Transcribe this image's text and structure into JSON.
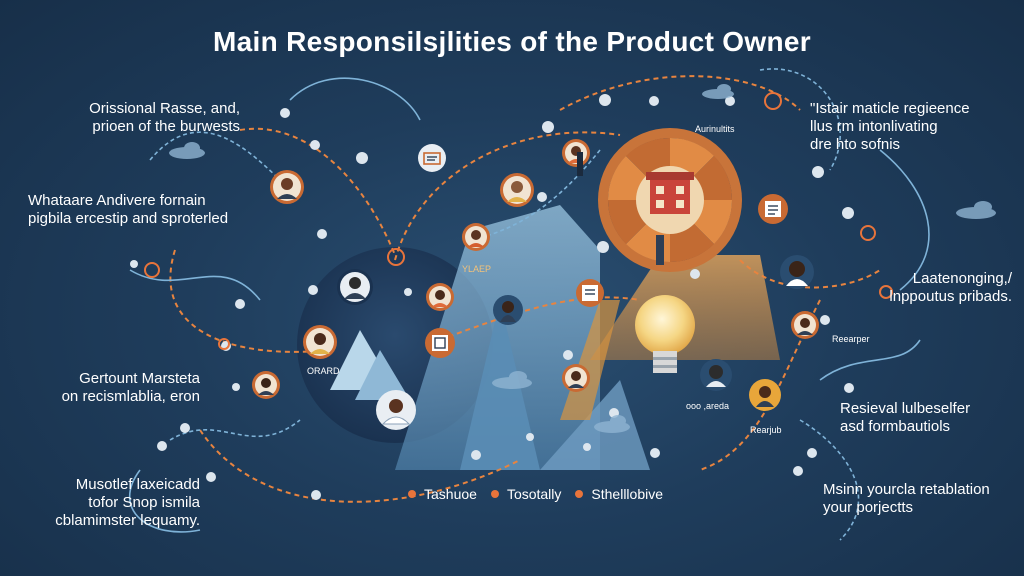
{
  "title": "Main Responsilsjlities of the Product Owner",
  "labels": {
    "top_left": [
      "Orissional Rasse, and,",
      "prioen of the burwests"
    ],
    "mid_left": [
      "Whataare Andivere fornain",
      "pigbila ercestip and sproterled"
    ],
    "lower_left": [
      "Gertount Marsteta",
      "on recismlablia, eron"
    ],
    "bottom_left": [
      "Musotlef laxeicadd",
      "tofor Snop ismila",
      "cblamimster lequamy."
    ],
    "top_right": [
      "\"Istair maticle regieence",
      "llus rm intonlivating",
      "dre hto sofnis"
    ],
    "mid_right": [
      "Laatenonging,/",
      "lnppoutus pribads."
    ],
    "lower_right": [
      "Resieval lulbeselfer",
      "asd formbautiols"
    ],
    "bottom_right": [
      "Msinn yourcla retablation",
      "your porjectts"
    ]
  },
  "small_labels": {
    "aurinultits": "Aurinultits",
    "yaep": "YLAEP",
    "orard": "ORARD",
    "reearper": "Reearper",
    "oo_areda": "ooo ,areda",
    "rearjub": "Rearjub"
  },
  "legend": [
    "Tashuoe",
    "Tosotally",
    "Sthelllobive"
  ],
  "colors": {
    "background": "#1f3d5c",
    "accent_orange": "#e8743b",
    "line_blue": "#7fb3d8",
    "wheel_orange": "#d9803a"
  }
}
